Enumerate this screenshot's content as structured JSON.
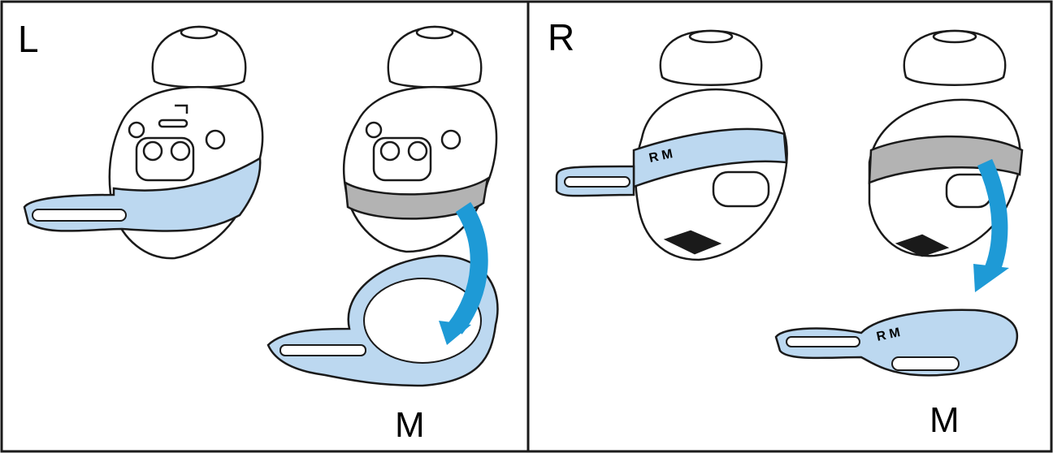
{
  "panels": [
    {
      "side_label": "L",
      "size_label": "M"
    },
    {
      "side_label": "R",
      "size_label": "M"
    }
  ],
  "wing_marking": "R M",
  "colors": {
    "wing": "#bcd8f0",
    "arrow": "#1e9ad6",
    "sleeve": "#b3b3b3",
    "outline": "#1a1a1a",
    "body": "#ffffff"
  }
}
